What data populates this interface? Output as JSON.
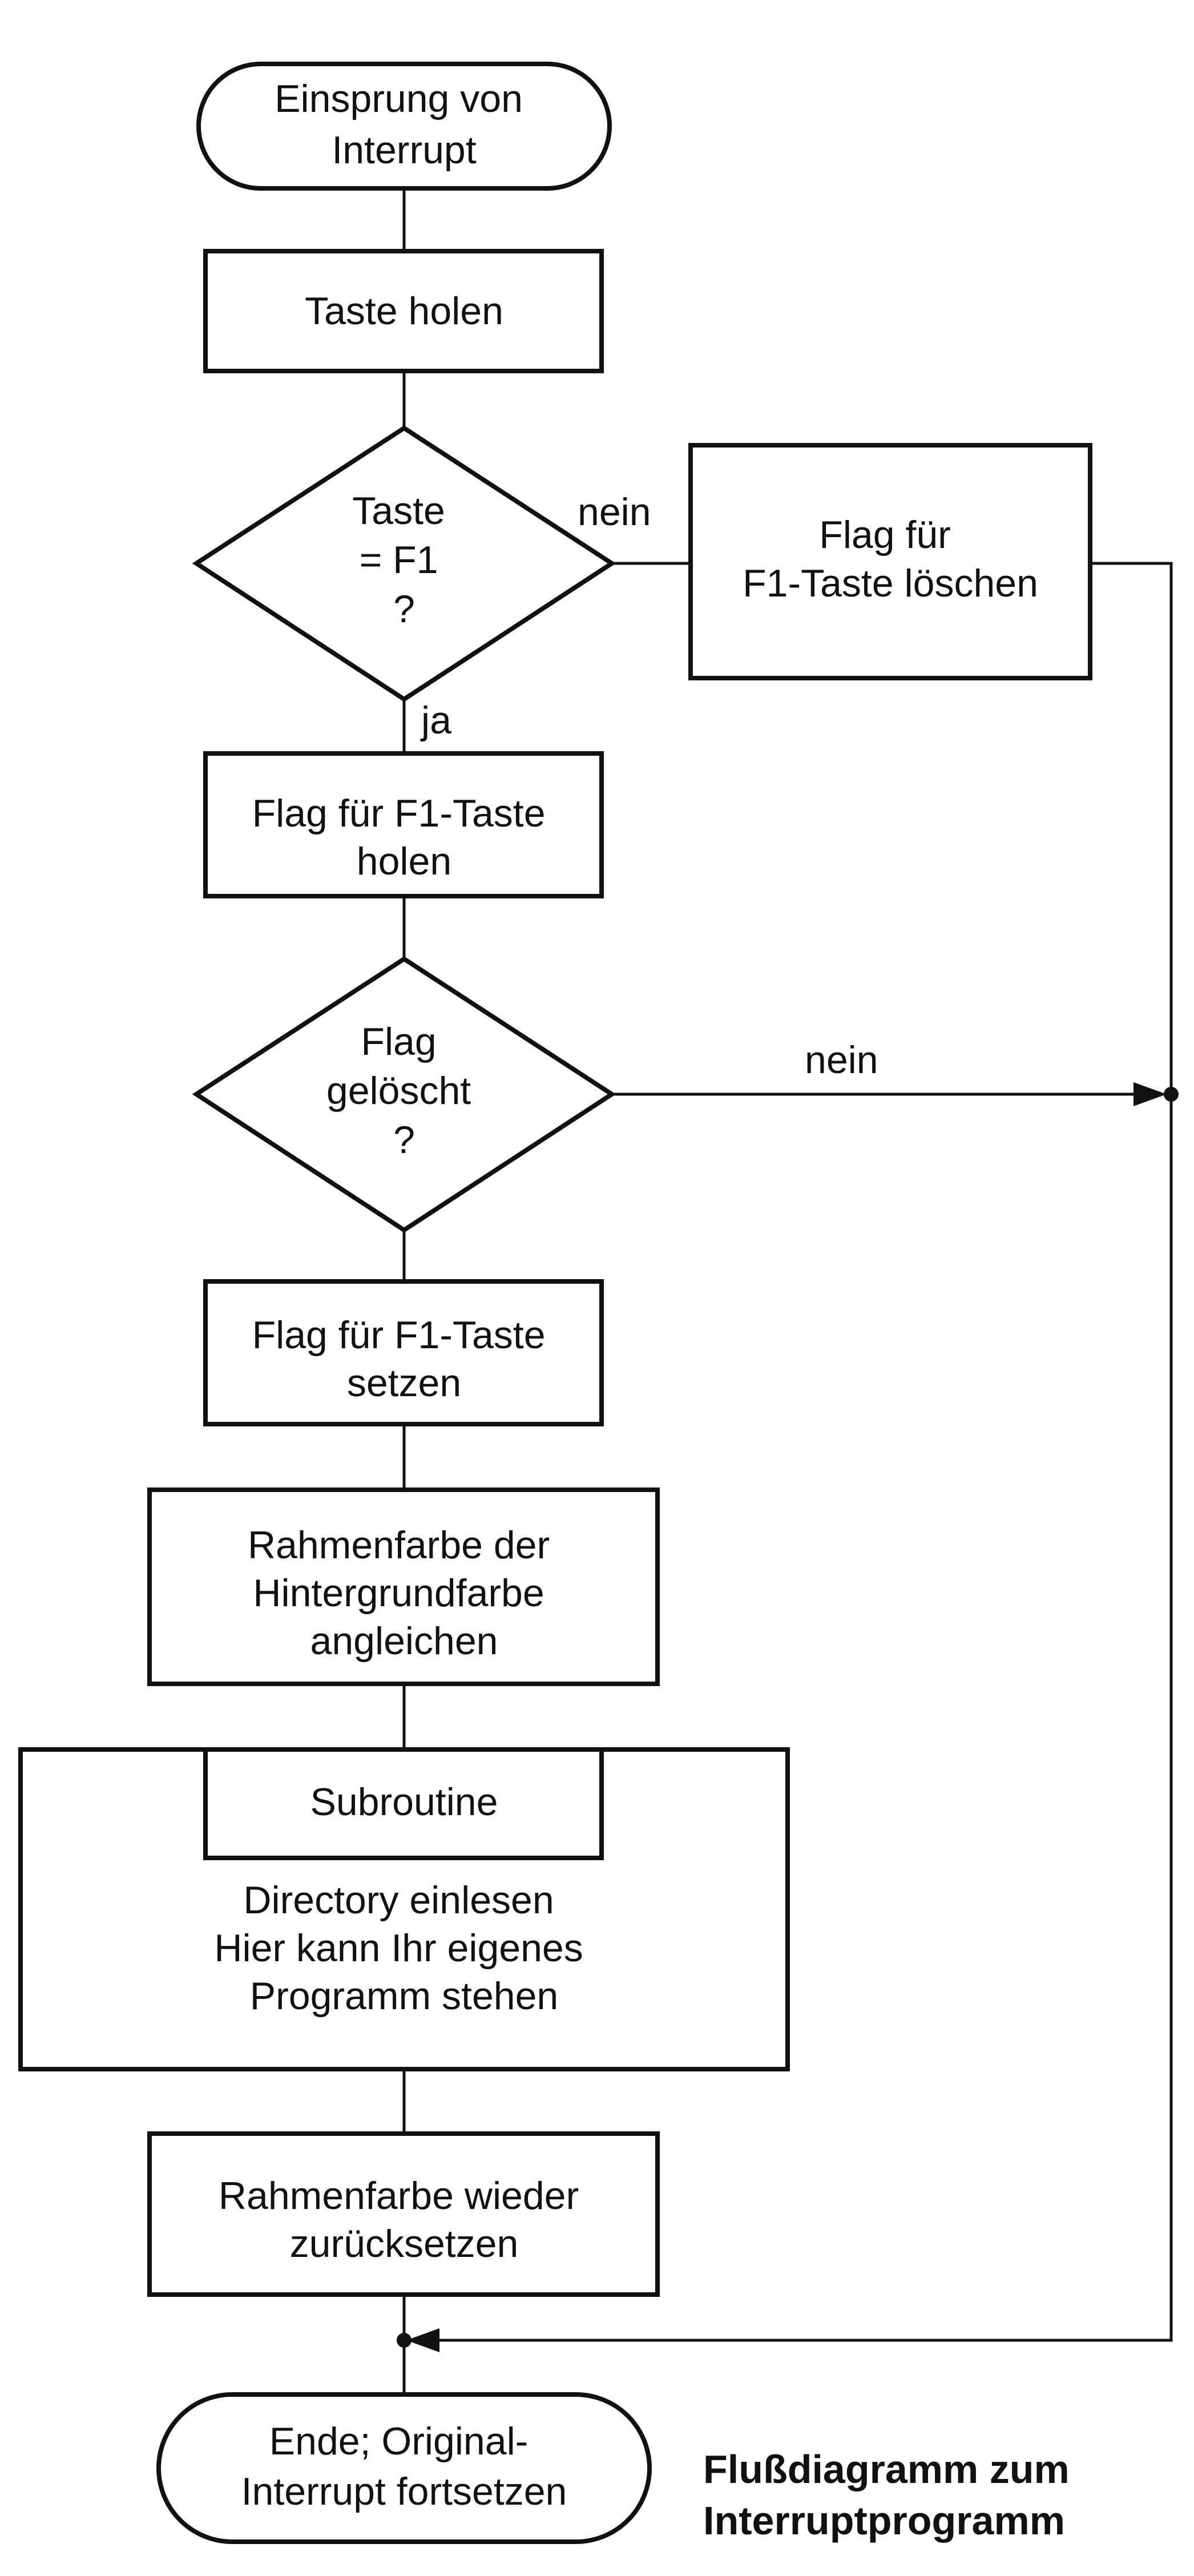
{
  "nodes": {
    "start": [
      "Einsprung von",
      "Interrupt"
    ],
    "get_key": [
      "Taste holen"
    ],
    "decision_f1": [
      "Taste",
      "= F1",
      "?"
    ],
    "clear_flag": [
      "Flag für",
      "F1-Taste löschen"
    ],
    "get_flag": [
      "Flag für F1-Taste",
      "holen"
    ],
    "decision_flag": [
      "Flag",
      "gelöscht",
      "?"
    ],
    "set_flag": [
      "Flag für F1-Taste",
      "setzen"
    ],
    "border_match": [
      "Rahmenfarbe der",
      "Hintergrundfarbe",
      "angleichen"
    ],
    "subroutine_title": [
      "Subroutine"
    ],
    "subroutine_body": [
      "Directory einlesen",
      "Hier kann Ihr eigenes",
      "Programm stehen"
    ],
    "border_reset": [
      "Rahmenfarbe wieder",
      "zurücksetzen"
    ],
    "end": [
      "Ende; Original-",
      "Interrupt fortsetzen"
    ]
  },
  "edge_labels": {
    "f1_no": "nein",
    "f1_yes": "ja",
    "flag_no": "nein"
  },
  "caption": [
    "Flußdiagramm zum",
    "Interruptprogramm"
  ]
}
